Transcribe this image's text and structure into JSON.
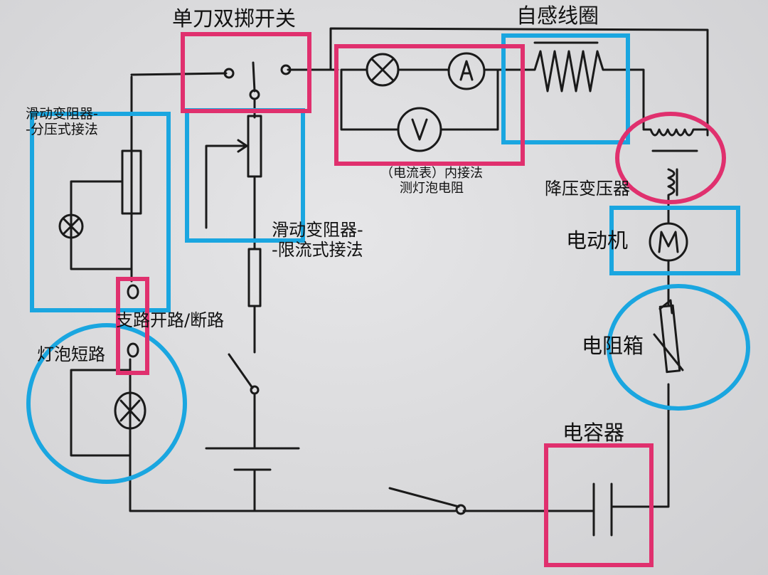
{
  "labels": {
    "spdt_switch": "单刀双掷开关",
    "inductor": "自感线圈",
    "rheostat_divider_l1": "滑动变阻器-",
    "rheostat_divider_l2": "-分压式接法",
    "ammeter_internal_l1": "（电流表）内接法",
    "ammeter_internal_l2": "测灯泡电阻",
    "transformer": "降压变压器",
    "rheostat_limiter_l1": "滑动变阻器-",
    "rheostat_limiter_l2": "-限流式接法",
    "motor": "电动机",
    "branch_open": "支路开路/断路",
    "bulb_short": "灯泡短路",
    "resistance_box": "电阻箱",
    "capacitor": "电容器"
  },
  "meter_letters": {
    "ammeter": "A",
    "voltmeter": "V",
    "motor": "M"
  },
  "colors": {
    "blue": "#1aa6e0",
    "pink": "#e0306e",
    "ink": "#1a1a1a"
  }
}
